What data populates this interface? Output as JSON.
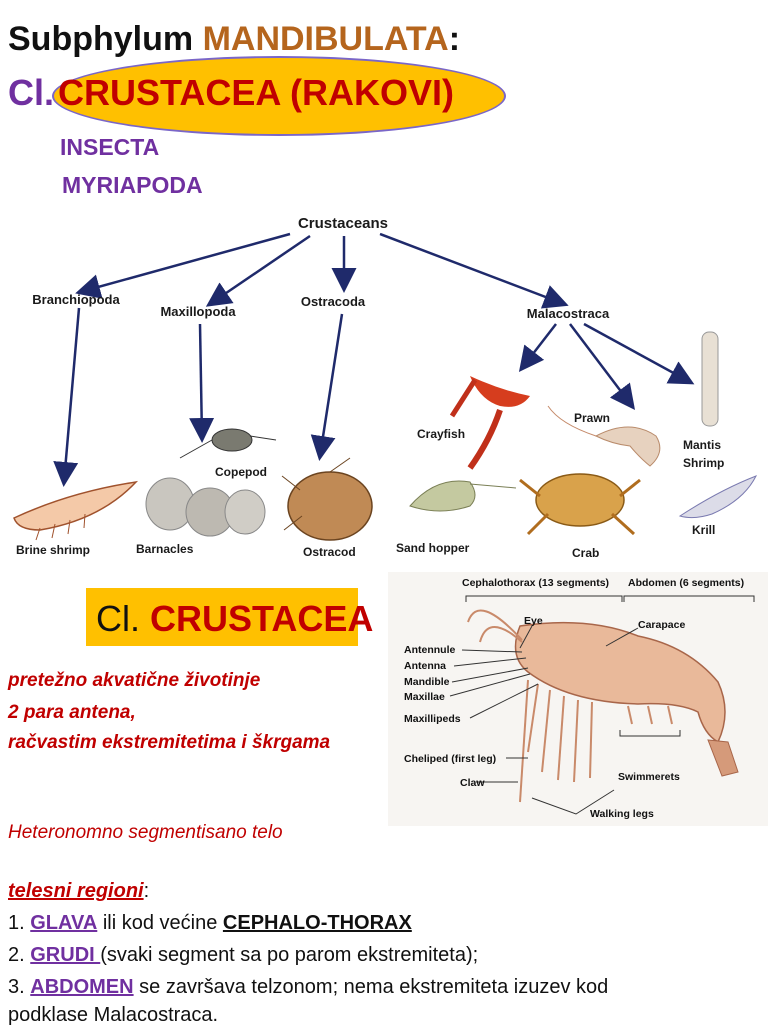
{
  "header": {
    "title_prefix": "Subphylum ",
    "title_highlight": "MANDIBULATA",
    "title_suffix": ":",
    "class_prefix": "Cl.",
    "class_name": "CRUSTACEA (RAKOVI)",
    "other_classes": [
      "INSECTA",
      "MYRIAPODA"
    ]
  },
  "tree": {
    "root": "Crustaceans",
    "branches": [
      "Branchiopoda",
      "Maxillopoda",
      "Ostracoda",
      "Malacostraca"
    ],
    "animals": [
      "Brine shrimp",
      "Barnacles",
      "Copepod",
      "Ostracod",
      "Crayfish",
      "Prawn",
      "Mantis",
      "Shrimp",
      "Sand hopper",
      "Crab",
      "Krill"
    ]
  },
  "anatomy": {
    "top_left": "Cephalothorax (13 segments)",
    "top_right": "Abdomen (6 segments)",
    "labels": {
      "eye": "Eye",
      "carapace": "Carapace",
      "antennule": "Antennule",
      "antenna": "Antenna",
      "mandible": "Mandible",
      "maxillae": "Maxillae",
      "maxillipeds": "Maxillipeds",
      "cheliped": "Cheliped (first leg)",
      "claw": "Claw",
      "swimmerets": "Swimmerets",
      "walking_legs": "Walking legs"
    }
  },
  "section": {
    "box_prefix": "Cl. ",
    "box_name": "CRUSTACEA",
    "traits": [
      "pretežno akvatične životinje",
      "2 para antena,",
      "račvastim ekstremitetima i škrgama"
    ],
    "segmentation": "Heteronomno segmentisano telo",
    "regions_label": "telesni regioni",
    "regions_colon": ":",
    "r1_num": "1. ",
    "r1_term": "GLAVA",
    "r1_mid": " ili kod većine ",
    "r1_term2": "CEPHALO-THORAX",
    "r2_num": "2. ",
    "r2_term": "GRUDI ",
    "r2_rest": " (svaki segment sa po parom ekstremiteta);",
    "r3_num": "3. ",
    "r3_term": "ABDOMEN",
    "r3_rest": " se završava telzonom; nema ekstremiteta izuzev kod",
    "r3_cont": "podklase Malacostraca."
  }
}
